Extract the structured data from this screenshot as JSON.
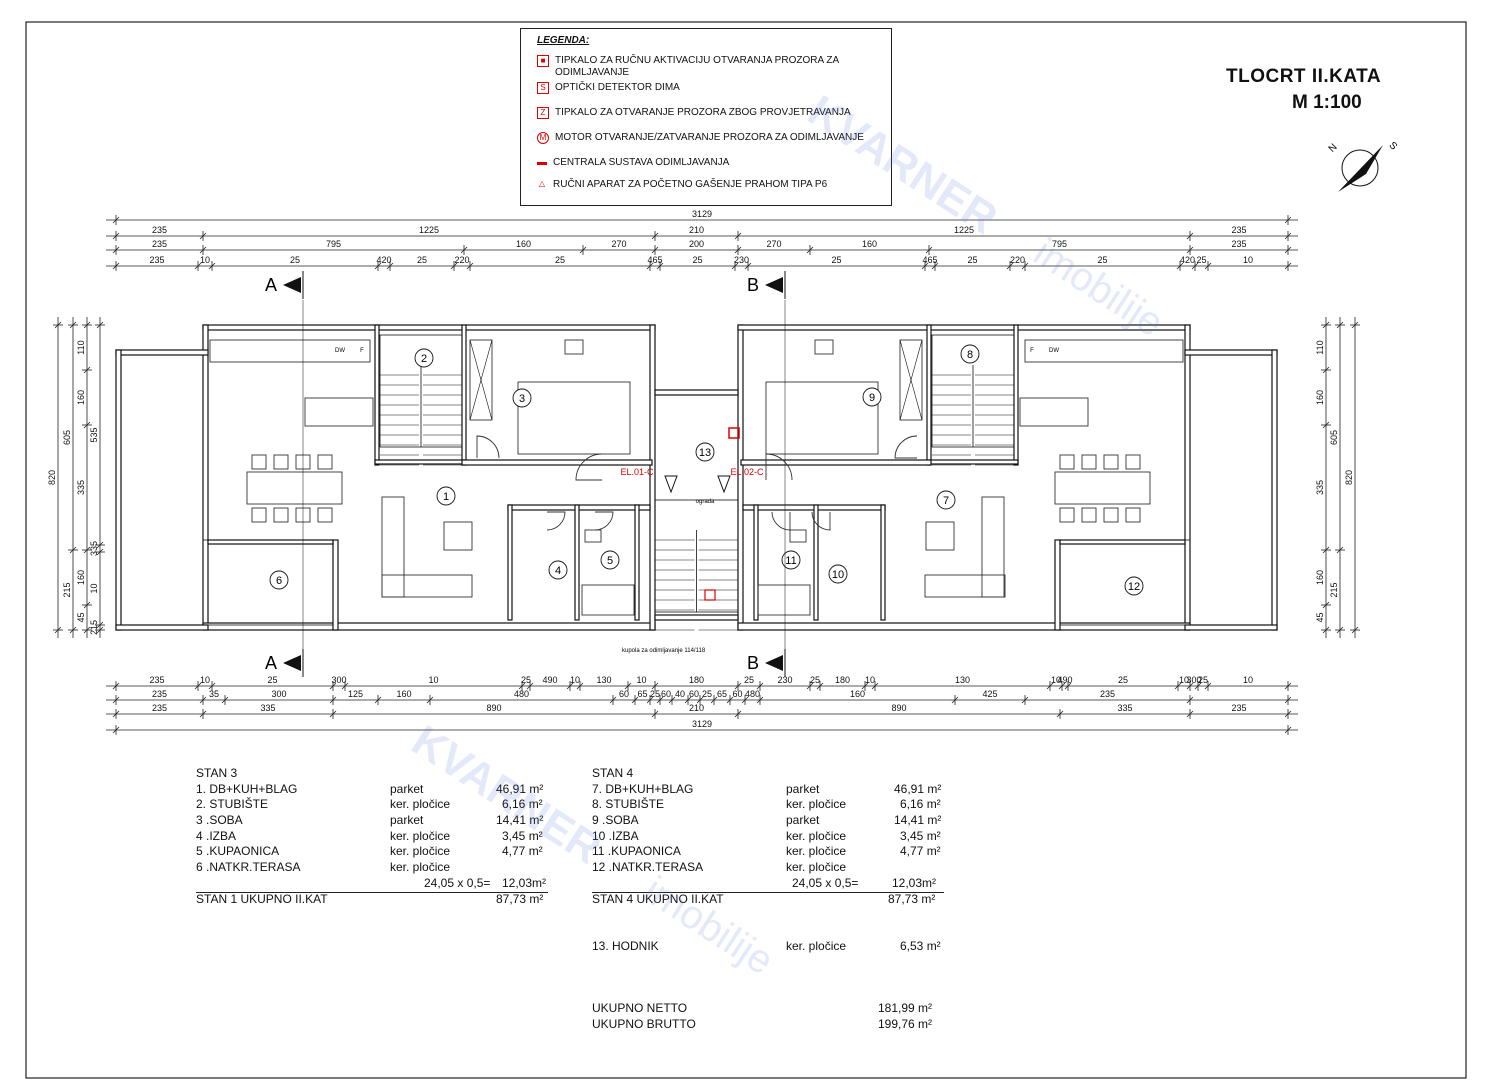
{
  "legend": {
    "title": "LEGENDA:",
    "items": [
      {
        "sym": "■",
        "text": "TIPKALO ZA RUČNU AKTIVACIJU OTVARANJA PROZORA ZA ODIMLJAVANJE"
      },
      {
        "sym": "S",
        "text": "OPTIČKI DETEKTOR DIMA"
      },
      {
        "sym": "Z",
        "text": "TIPKALO ZA OTVARANJE PROZORA ZBOG PROVJETRAVANJA"
      },
      {
        "sym": "M",
        "text": "MOTOR OTVARANJE/ZATVARANJE PROZORA ZA ODIMLJAVANJE"
      },
      {
        "sym": "—",
        "text": "CENTRALA SUSTAVA ODIMLJAVANJA"
      },
      {
        "sym": "△",
        "text": "RUČNI APARAT ZA POČETNO GAŠENJE PRAHOM TIPA P6"
      }
    ]
  },
  "title": "TLOCRT  II.KATA",
  "scale": "M 1:100",
  "compass": {
    "n": "N",
    "s": "S"
  },
  "watermark": {
    "brand": "KVARNER",
    "sub": "imobilije"
  },
  "dims": {
    "top_total": "3129",
    "top_row1": [
      "235",
      "1225",
      "210",
      "1225",
      "235"
    ],
    "top_row2": [
      "235",
      "795",
      "160",
      "270",
      "200",
      "270",
      "160",
      "795",
      "235"
    ],
    "top_row3": [
      "235",
      "10",
      "25",
      "420",
      "25",
      "220",
      "25",
      "465",
      "25",
      "230",
      "25",
      "465",
      "25",
      "220",
      "25",
      "420",
      "25",
      "10",
      "235"
    ],
    "bot_row1": [
      "235",
      "10",
      "25",
      "300",
      "10",
      "25",
      "490",
      "10",
      "130",
      "10",
      "180",
      "25",
      "230",
      "25",
      "180",
      "10",
      "130",
      "10",
      "490",
      "25",
      "10",
      "300",
      "25",
      "10",
      "235"
    ],
    "bot_row2": [
      "235",
      "35",
      "300",
      "125",
      "160",
      "480",
      "60",
      "65",
      "25",
      "60",
      "40",
      "60",
      "25",
      "65",
      "60",
      "480",
      "160",
      "425",
      "235"
    ],
    "bot_row3": [
      "235",
      "335",
      "890",
      "210",
      "890",
      "335",
      "235"
    ],
    "bot_total": "3129",
    "left_outer": "820",
    "left_mid": [
      "605",
      "215"
    ],
    "left_inner": [
      "110",
      "160",
      "335",
      "160",
      "45"
    ],
    "left_inner2": [
      "535",
      "335",
      "10",
      "215",
      "10"
    ],
    "right_outer": "820",
    "right_mid": [
      "605",
      "215"
    ],
    "right_inner": [
      "110",
      "160",
      "335",
      "160",
      "45"
    ]
  },
  "sections": {
    "a": "A",
    "b": "B"
  },
  "rooms": [
    "1",
    "2",
    "3",
    "4",
    "5",
    "6",
    "7",
    "8",
    "9",
    "10",
    "11",
    "12",
    "13"
  ],
  "labels": {
    "el1": "EL.01-C",
    "el2": "EL.02-C",
    "kupola": "kupola za odimljavanje 114/118",
    "ograda": "ograda",
    "dw": "DW",
    "f": "F"
  },
  "stan3": {
    "title": "STAN 3",
    "rows": [
      {
        "name": "1. DB+KUH+BLAG",
        "mat": "parket",
        "area": "46,91 m²"
      },
      {
        "name": "2. STUBIŠTE",
        "mat": "ker. pločice",
        "area": "6,16 m²"
      },
      {
        "name": "3 .SOBA",
        "mat": "parket",
        "area": "14,41 m²"
      },
      {
        "name": "4 .IZBA",
        "mat": "ker. pločice",
        "area": "3,45 m²"
      },
      {
        "name": "5 .KUPAONICA",
        "mat": "ker. pločice",
        "area": "4,77 m²"
      },
      {
        "name": "6 .NATKR.TERASA",
        "mat": "ker. pločice",
        "area": ""
      }
    ],
    "calc": "24,05 x 0,5=",
    "calc_val": "12,03m²",
    "total_label": "STAN 1 UKUPNO II.KAT",
    "total": "87,73 m²"
  },
  "stan4": {
    "title": "STAN 4",
    "rows": [
      {
        "name": "7. DB+KUH+BLAG",
        "mat": "parket",
        "area": "46,91 m²"
      },
      {
        "name": "8. STUBIŠTE",
        "mat": "ker. pločice",
        "area": "6,16 m²"
      },
      {
        "name": "9 .SOBA",
        "mat": "parket",
        "area": "14,41 m²"
      },
      {
        "name": "10 .IZBA",
        "mat": "ker. pločice",
        "area": "3,45 m²"
      },
      {
        "name": "11 .KUPAONICA",
        "mat": "ker. pločice",
        "area": "4,77 m²"
      },
      {
        "name": "12 .NATKR.TERASA",
        "mat": "ker. pločice",
        "area": ""
      }
    ],
    "calc": "24,05 x 0,5=",
    "calc_val": "12,03m²",
    "total_label": "STAN 4 UKUPNO II.KAT",
    "total": "87,73 m²",
    "hodnik_name": "13. HODNIK",
    "hodnik_mat": "ker. pločice",
    "hodnik_area": "6,53 m²",
    "netto_label": "UKUPNO NETTO",
    "netto": "181,99 m²",
    "brutto_label": "UKUPNO BRUTTO",
    "brutto": "199,76 m²"
  }
}
